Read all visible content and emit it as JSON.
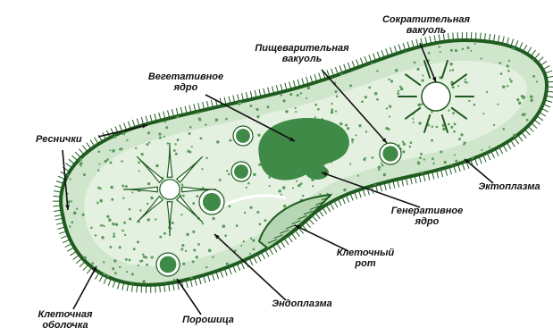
{
  "colors": {
    "body_fill": "#cfe6cc",
    "membrane": "#1f5c1f",
    "nucleus": "#3f8a46",
    "vacuole_fill": "#ffffff",
    "dots": "#5a9a5a",
    "endoplasm": "#e4f1e1"
  },
  "labels": {
    "contractile_vacuole": [
      "Сократительная",
      "вакуоль"
    ],
    "digestive_vacuole": [
      "Пищеварительная",
      "вакуоль"
    ],
    "vegetative_nucleus": [
      "Вегетативное",
      "ядро"
    ],
    "cilia": [
      "Реснички"
    ],
    "ectoplasm": [
      "Эктоплазма"
    ],
    "generative_nucleus": [
      "Генеративное",
      "ядро"
    ],
    "cell_mouth": [
      "Клеточный",
      "рот"
    ],
    "endoplasm": [
      "Эндоплазма"
    ],
    "cell_membrane": [
      "Клеточная",
      "оболочка"
    ],
    "powder": [
      "Порошица"
    ]
  }
}
